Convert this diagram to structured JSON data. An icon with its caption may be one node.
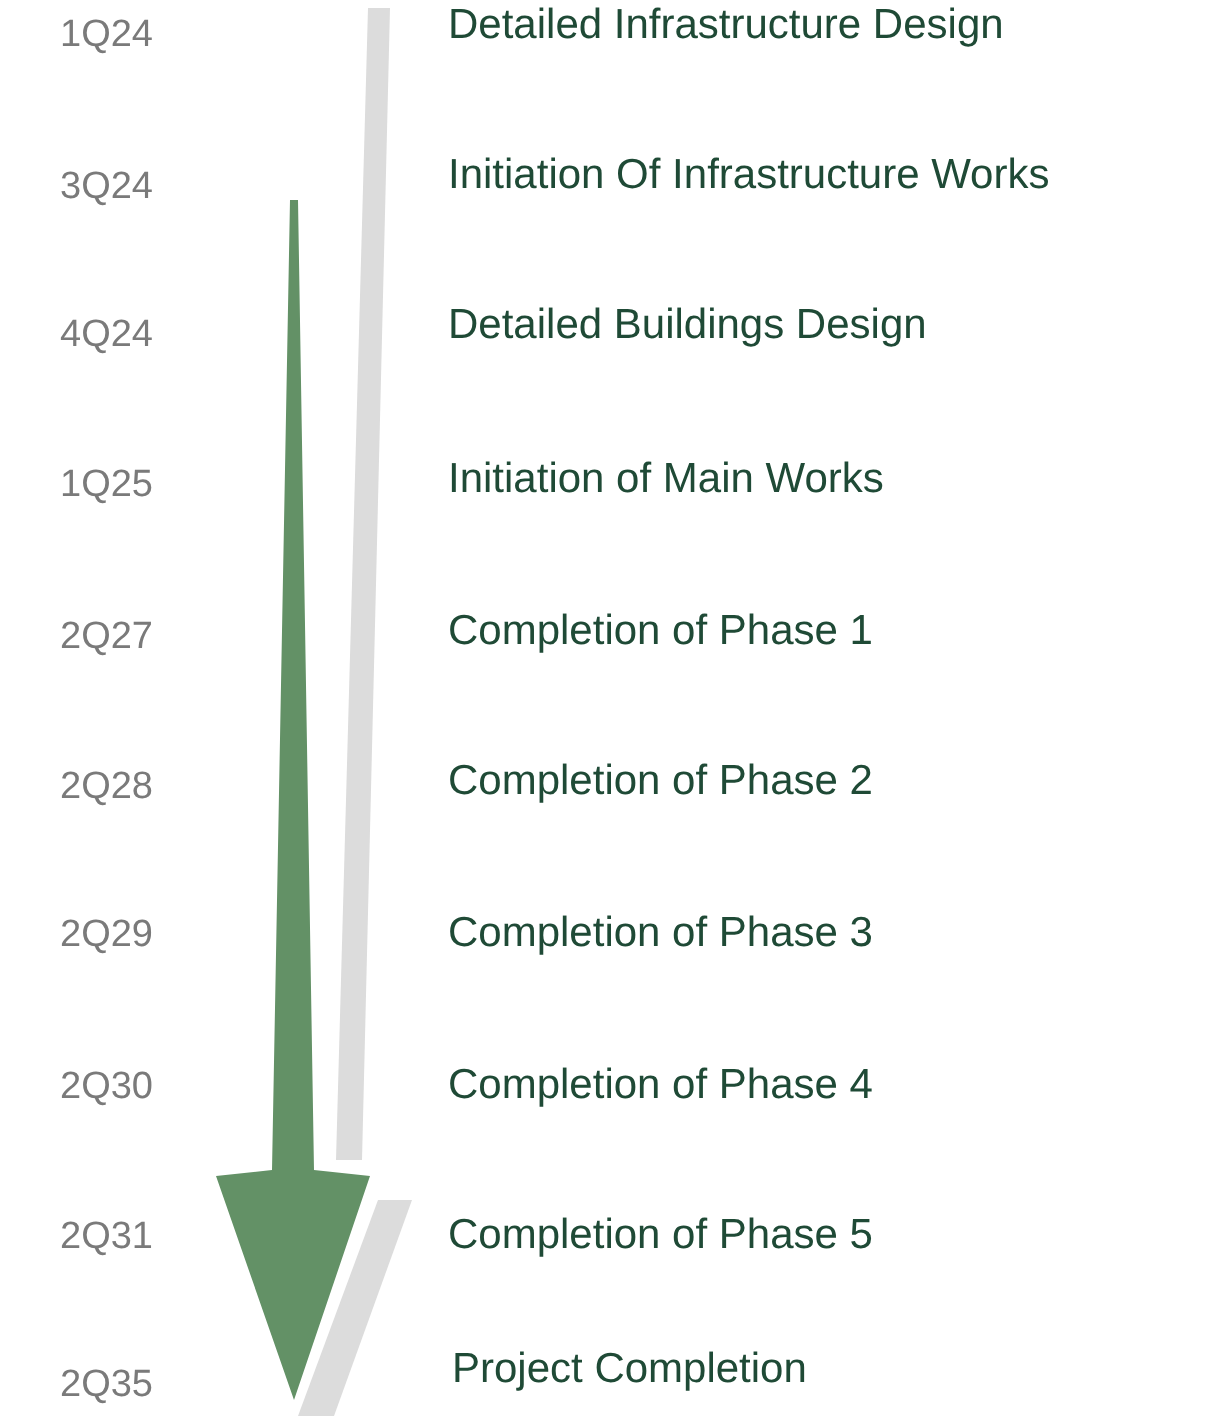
{
  "diagram": {
    "labels": [
      "1Q24",
      "Detailed Infrastructure Design",
      "3Q24",
      "Initiation Of Infrastructure Works",
      "4Q24",
      "Detailed Buildings Design",
      "1Q25",
      "Initiation of Main Works",
      "2Q27",
      "Completion of Phase 1",
      "2Q28",
      "Completion of Phase 2",
      "2Q29",
      "Completion of Phase 3",
      "2Q30",
      "Completion of Phase 4",
      "2Q31",
      "Completion of Phase 5",
      "2Q35",
      "Project Completion"
    ]
  }
}
